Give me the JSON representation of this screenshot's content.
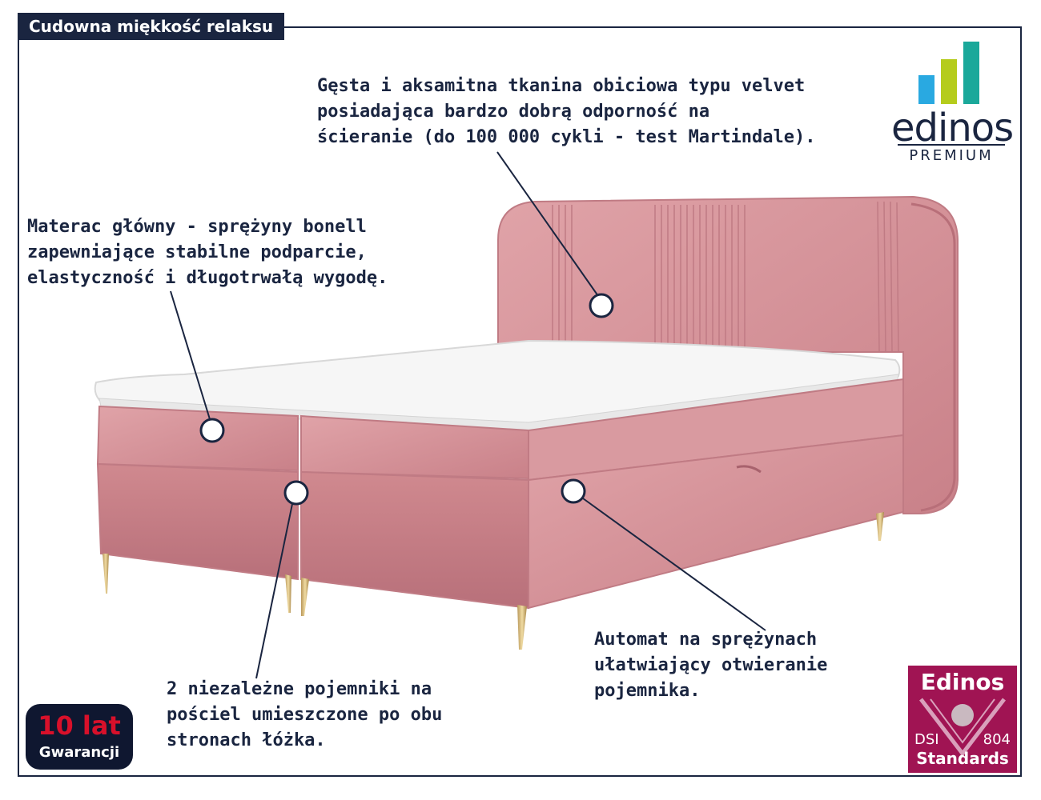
{
  "page": {
    "title": "Cudowna miękkość relaksu"
  },
  "notes": {
    "fabric": [
      "Gęsta i aksamitna tkanina obiciowa typu velvet",
      "posiadająca bardzo dobrą odporność na",
      "ścieranie (do 100 000 cykli - test Martindale)."
    ],
    "mattress": [
      "Materac główny - sprężyny bonell",
      "zapewniające stabilne podparcie,",
      "elastyczność i długotrwałą wygodę."
    ],
    "automat": [
      "Automat na sprężynach",
      "ułatwiający otwieranie",
      "pojemnika."
    ],
    "storage": [
      "2 niezależne pojemniki na",
      "pościel umieszczone po obu",
      "stronach łóżka."
    ]
  },
  "brand": {
    "name": "edinos",
    "tagline": "PREMIUM",
    "bar_colors": [
      "#29a9e1",
      "#b5cc1c",
      "#1aa89a"
    ]
  },
  "warranty": {
    "years": "10 lat",
    "label": "Gwarancji"
  },
  "certificate": {
    "name": "Edinos",
    "code_left": "DSI",
    "code_right": "804",
    "label": "Standards"
  },
  "colors": {
    "navy": "#1a2540",
    "velvet_pink": "#d7949a",
    "mattress_white": "#f6f6f6",
    "cert_magenta": "#a01453",
    "warranty_red": "#d8102a"
  },
  "icons": {
    "hotspot": "hotspot-circle-icon"
  }
}
